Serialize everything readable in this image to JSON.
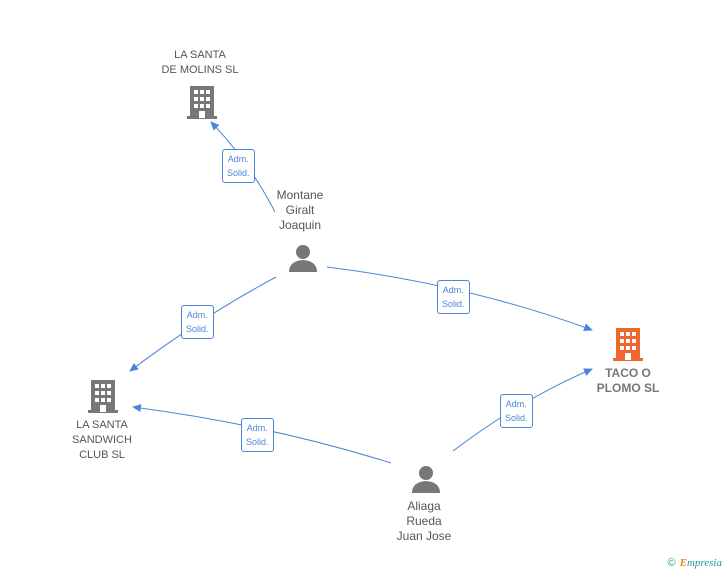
{
  "nodes": {
    "la_santa_molins": {
      "lines": [
        "LA SANTA",
        "DE MOLINS  SL"
      ],
      "icon": "building-icon",
      "color": "#777777"
    },
    "montane": {
      "lines": [
        "Montane",
        "Giralt",
        "Joaquin"
      ],
      "icon": "person-icon",
      "color": "#777777"
    },
    "taco_plomo": {
      "lines": [
        "TACO O",
        "PLOMO  SL"
      ],
      "icon": "building-icon",
      "color": "#f0662e"
    },
    "la_santa_sandwich": {
      "lines": [
        "LA SANTA",
        "SANDWICH",
        "CLUB  SL"
      ],
      "icon": "building-icon",
      "color": "#777777"
    },
    "aliaga": {
      "lines": [
        "Aliaga",
        "Rueda",
        "Juan Jose"
      ],
      "icon": "person-icon",
      "color": "#777777"
    }
  },
  "edges": [
    {
      "from": "montane",
      "to": "la_santa_molins",
      "label": [
        "Adm.",
        "Solid."
      ]
    },
    {
      "from": "montane",
      "to": "taco_plomo",
      "label": [
        "Adm.",
        "Solid."
      ]
    },
    {
      "from": "montane",
      "to": "la_santa_sandwich",
      "label": [
        "Adm.",
        "Solid."
      ]
    },
    {
      "from": "aliaga",
      "to": "la_santa_sandwich",
      "label": [
        "Adm.",
        "Solid."
      ]
    },
    {
      "from": "aliaga",
      "to": "taco_plomo",
      "label": [
        "Adm.",
        "Solid."
      ]
    }
  ],
  "colors": {
    "edge": "#4a86d8"
  },
  "footer": {
    "copyright": "©",
    "brand_initial": "E",
    "brand_rest": "mpresia"
  }
}
